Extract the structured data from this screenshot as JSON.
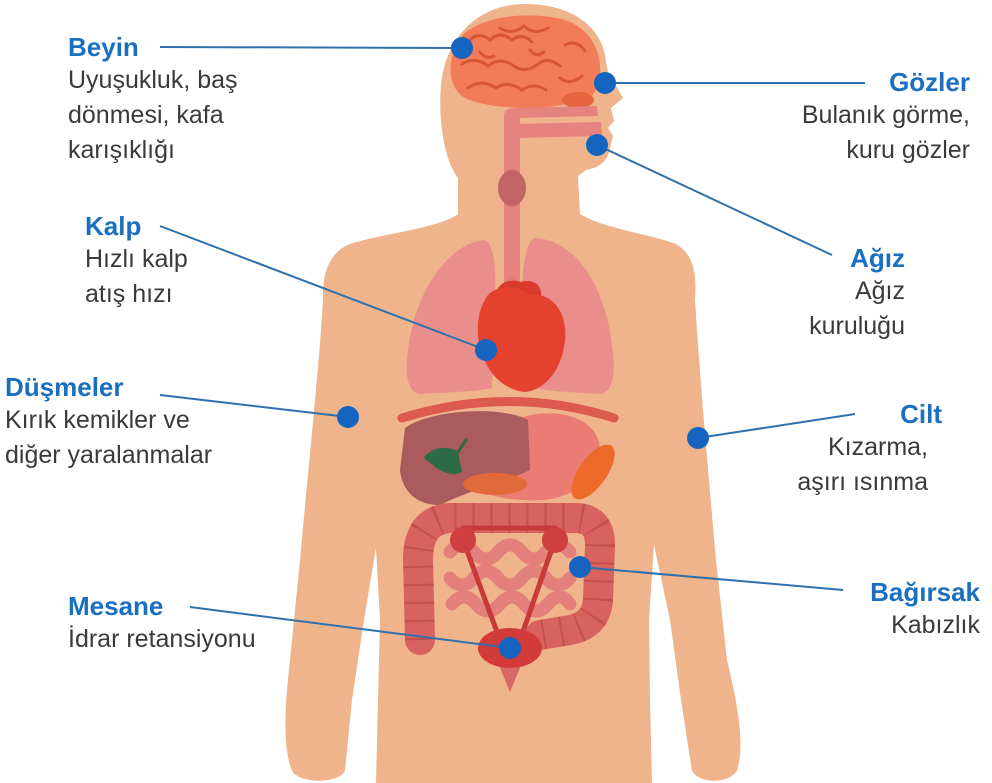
{
  "labels": [
    {
      "title": "Beyin",
      "lines": [
        "Uyuşukluk, baş",
        "dönmesi, kafa",
        "karışıklığı"
      ]
    },
    {
      "title": "Gözler",
      "lines": [
        "Bulanık görme,",
        "kuru gözler"
      ]
    },
    {
      "title": "Ağız",
      "lines": [
        "Ağız",
        "kuruluğu"
      ]
    },
    {
      "title": "Kalp",
      "lines": [
        "Hızlı kalp",
        "atış hızı"
      ]
    },
    {
      "title": "Düşmeler",
      "lines": [
        "Kırık kemikler ve",
        "diğer yaralanmalar"
      ]
    },
    {
      "title": "Cilt",
      "lines": [
        "Kızarma,",
        "aşırı ısınma"
      ]
    },
    {
      "title": "Bağırsak",
      "lines": [
        "Kabızlık"
      ]
    },
    {
      "title": "Mesane",
      "lines": [
        "İdrar retansiyonu"
      ]
    }
  ],
  "colors": {
    "title": "#1a6fc0",
    "text": "#3a3a3a",
    "dot": "#1565c0",
    "connector": "#2f70ad",
    "skin": "#efb48b"
  }
}
